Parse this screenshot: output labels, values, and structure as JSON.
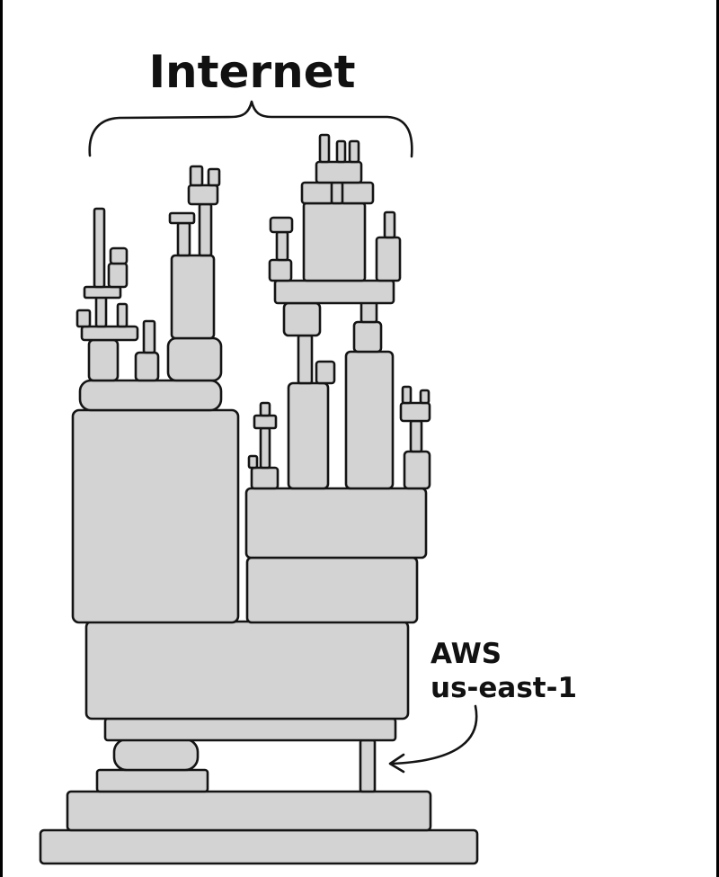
{
  "title": "Internet",
  "annotation": {
    "line1": "AWS",
    "line2": "us-east-1"
  },
  "colors": {
    "block_fill": "#d3d3d3",
    "ink": "#141414",
    "background": "#ffffff"
  }
}
